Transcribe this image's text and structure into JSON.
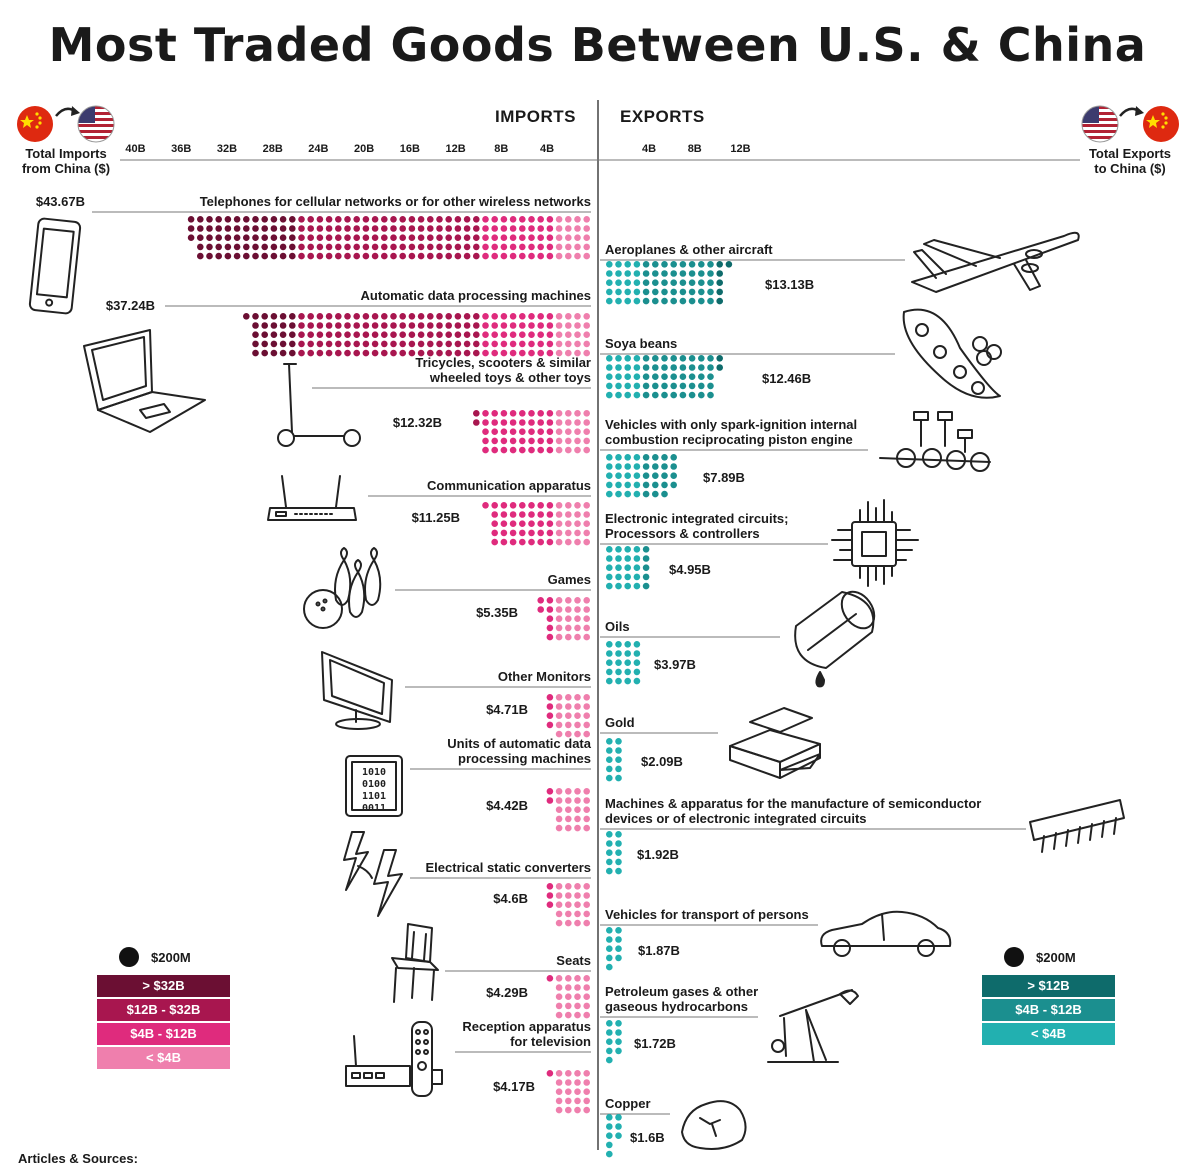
{
  "title": "Most Traded Goods Between U.S. & China",
  "footer": "Articles & Sources:",
  "colors": {
    "import_gt32": "#6b0f33",
    "import_12_32": "#a8164f",
    "import_4_12": "#df2b7d",
    "import_lt4": "#ef7fad",
    "export_gt12": "#0e6b6b",
    "export_4_12": "#1b8f8f",
    "export_lt4": "#22b0b0"
  },
  "chart_data": {
    "type": "bar",
    "subtype": "diverging dot-matrix",
    "dot_value": "$200M",
    "headers": {
      "imports": "IMPORTS",
      "exports": "EXPORTS"
    },
    "imports_axis": {
      "label": "Total Imports from China ($)",
      "label_lines": [
        "Total Imports",
        "from China ($)"
      ],
      "ticks": [
        40,
        36,
        32,
        28,
        24,
        20,
        16,
        12,
        8,
        4
      ],
      "tick_labels": [
        "40B",
        "36B",
        "32B",
        "28B",
        "24B",
        "20B",
        "16B",
        "12B",
        "8B",
        "4B"
      ]
    },
    "exports_axis": {
      "label": "Total Exports to China ($)",
      "label_lines": [
        "Total Exports",
        "to China ($)"
      ],
      "ticks": [
        4,
        8,
        12
      ],
      "tick_labels": [
        "4B",
        "8B",
        "12B"
      ]
    },
    "imports": [
      {
        "name": [
          "Telephones for cellular networks or for other wireless networks"
        ],
        "value": 43.67,
        "value_label": "$43.67B",
        "icon": "smartphone-icon"
      },
      {
        "name": [
          "Automatic data processing machines"
        ],
        "value": 37.24,
        "value_label": "$37.24B",
        "icon": "laptop-icon"
      },
      {
        "name": [
          "Tricycles, scooters & similar",
          "wheeled toys & other toys"
        ],
        "value": 12.32,
        "value_label": "$12.32B",
        "icon": "scooter-icon"
      },
      {
        "name": [
          "Communication apparatus"
        ],
        "value": 11.25,
        "value_label": "$11.25B",
        "icon": "router-icon"
      },
      {
        "name": [
          "Games"
        ],
        "value": 5.35,
        "value_label": "$5.35B",
        "icon": "bowling-icon"
      },
      {
        "name": [
          "Other Monitors"
        ],
        "value": 4.71,
        "value_label": "$4.71B",
        "icon": "monitor-icon"
      },
      {
        "name": [
          "Units of automatic data",
          "processing machines"
        ],
        "value": 4.42,
        "value_label": "$4.42B",
        "icon": "binary-chip-icon"
      },
      {
        "name": [
          "Electrical static converters"
        ],
        "value": 4.6,
        "value_label": "$4.6B",
        "icon": "lightning-icon"
      },
      {
        "name": [
          "Seats"
        ],
        "value": 4.29,
        "value_label": "$4.29B",
        "icon": "chair-icon"
      },
      {
        "name": [
          "Reception apparatus",
          "for television"
        ],
        "value": 4.17,
        "value_label": "$4.17B",
        "icon": "remote-receiver-icon"
      }
    ],
    "exports": [
      {
        "name": [
          "Aeroplanes & other aircraft"
        ],
        "value": 13.13,
        "value_label": "$13.13B",
        "icon": "airplane-icon"
      },
      {
        "name": [
          "Soya beans"
        ],
        "value": 12.46,
        "value_label": "$12.46B",
        "icon": "soybean-icon"
      },
      {
        "name": [
          "Vehicles with only spark-ignition internal",
          "combustion reciprocating piston engine"
        ],
        "value": 7.89,
        "value_label": "$7.89B",
        "icon": "engine-icon"
      },
      {
        "name": [
          "Electronic integrated circuits;",
          "Processors & controllers"
        ],
        "value": 4.95,
        "value_label": "$4.95B",
        "icon": "cpu-icon"
      },
      {
        "name": [
          "Oils"
        ],
        "value": 3.97,
        "value_label": "$3.97B",
        "icon": "oil-barrel-icon"
      },
      {
        "name": [
          "Gold"
        ],
        "value": 2.09,
        "value_label": "$2.09B",
        "icon": "gold-bars-icon"
      },
      {
        "name": [
          "Machines & apparatus for the manufacture of semiconductor",
          "devices or of electronic integrated circuits"
        ],
        "value": 1.92,
        "value_label": "$1.92B",
        "icon": "ic-chip-icon"
      },
      {
        "name": [
          "Vehicles for transport of persons"
        ],
        "value": 1.87,
        "value_label": "$1.87B",
        "icon": "car-icon"
      },
      {
        "name": [
          "Petroleum gases & other",
          "gaseous hydrocarbons"
        ],
        "value": 1.72,
        "value_label": "$1.72B",
        "icon": "pumpjack-icon"
      },
      {
        "name": [
          "Copper"
        ],
        "value": 1.6,
        "value_label": "$1.6B",
        "icon": "copper-ore-icon"
      }
    ],
    "import_legend": {
      "dot_label": "$200M",
      "items": [
        {
          "label": "> $32B",
          "color": "#6b0f33"
        },
        {
          "label": "$12B - $32B",
          "color": "#a8164f"
        },
        {
          "label": "$4B - $12B",
          "color": "#df2b7d"
        },
        {
          "label": "< $4B",
          "color": "#ef7fad"
        }
      ]
    },
    "export_legend": {
      "dot_label": "$200M",
      "items": [
        {
          "label": "> $12B",
          "color": "#0e6b6b"
        },
        {
          "label": "$4B - $12B",
          "color": "#1b8f8f"
        },
        {
          "label": "< $4B",
          "color": "#22b0b0"
        }
      ]
    }
  }
}
